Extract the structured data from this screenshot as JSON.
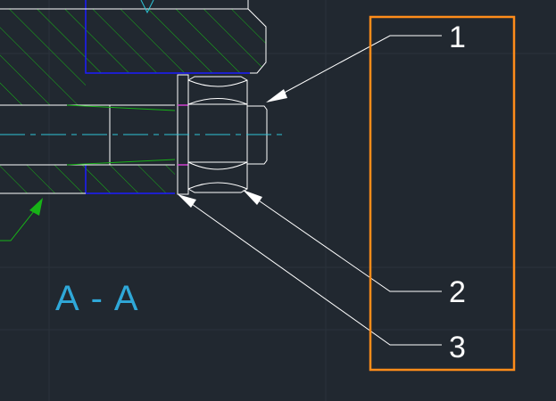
{
  "drawing": {
    "section_label": "A - A",
    "balloons": [
      {
        "number": "1"
      },
      {
        "number": "2"
      },
      {
        "number": "3"
      }
    ]
  },
  "colors": {
    "background": "#212830",
    "grid": "#2a323b",
    "outline": "#ffffff",
    "section_boundary": "#1c1cff",
    "hatch": "#17b317",
    "centerline": "#2ec4d6",
    "section_label": "#2fa8d8",
    "highlight_box": "#ff8c1a",
    "magenta_mark": "#d040d0",
    "cutting_arrow": "#17b317"
  }
}
